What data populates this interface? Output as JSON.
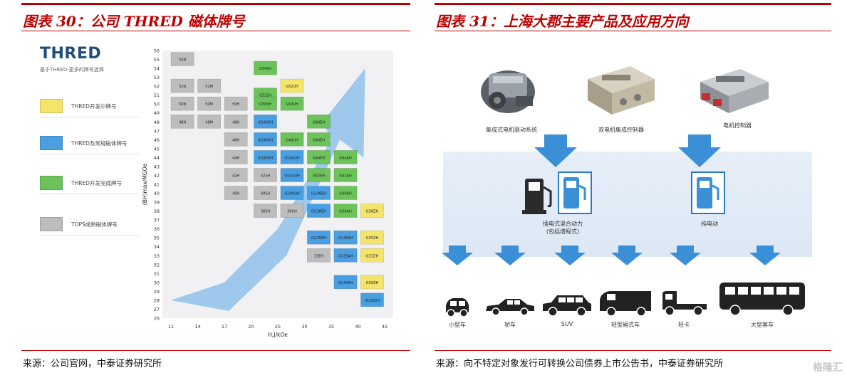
{
  "left": {
    "title": "图表 30：公司 THRED 磁体牌号",
    "source": "来源：公司官网，中泰证券研究所",
    "logo": "THRED",
    "logo_sub": "基于THRED-更多的牌号选择",
    "legend": [
      {
        "label": "THRED开发中牌号",
        "color": "#f5e46a"
      },
      {
        "label": "THRED及常规磁体牌号",
        "color": "#4a9fe0"
      },
      {
        "label": "THRED开发完成牌号",
        "color": "#6cc35a"
      },
      {
        "label": "TOPS成熟磁体牌号",
        "color": "#bdbdbd"
      }
    ]
  },
  "chart_data": {
    "type": "table",
    "xlabel": "H꜀J/kOe",
    "ylabel": "(BH)max/MGOe",
    "x_ticks": [
      11,
      14,
      17,
      20,
      25,
      30,
      35,
      40,
      45
    ],
    "y_ticks": [
      26,
      27,
      28,
      29,
      30,
      31,
      32,
      33,
      34,
      35,
      36,
      37,
      38,
      39,
      40,
      41,
      42,
      43,
      44,
      45,
      46,
      47,
      48,
      49,
      50,
      51,
      52,
      53,
      54,
      55,
      56
    ],
    "ylim": [
      26,
      56
    ],
    "columns": [
      {
        "x": 11,
        "color": "#bdbdbd",
        "grades": [
          {
            "label": "55N",
            "y": 55
          },
          {
            "label": "52N",
            "y": 52
          },
          {
            "label": "50N",
            "y": 50
          },
          {
            "label": "48N",
            "y": 48
          }
        ]
      },
      {
        "x": 14,
        "color": "#bdbdbd",
        "grades": [
          {
            "label": "52M",
            "y": 52
          },
          {
            "label": "50M",
            "y": 50
          },
          {
            "label": "48M",
            "y": 48
          }
        ]
      },
      {
        "x": 17,
        "color": "#bdbdbd",
        "grades": [
          {
            "label": "50H",
            "y": 50
          },
          {
            "label": "48H",
            "y": 48
          },
          {
            "label": "46H",
            "y": 46
          },
          {
            "label": "44H",
            "y": 44
          },
          {
            "label": "42H",
            "y": 42
          },
          {
            "label": "40H",
            "y": 40
          }
        ]
      },
      {
        "x": 20,
        "color": "#4a9fe0",
        "grades": [
          {
            "label": "(G)48SH",
            "y": 48
          },
          {
            "label": "(G)46SH",
            "y": 46
          },
          {
            "label": "(G)44SH",
            "y": 44
          },
          {
            "label": "42SH",
            "y": 42,
            "gray": true
          },
          {
            "label": "40SH",
            "y": 40,
            "gray": true
          },
          {
            "label": "38SH",
            "y": 38,
            "gray": true
          }
        ]
      },
      {
        "x": 20,
        "color": "#6cc35a",
        "upper": true,
        "grades": [
          {
            "label": "G54SH",
            "y": 54
          },
          {
            "label": "G52SH",
            "y": 51
          },
          {
            "label": "G50SH",
            "y": 50
          }
        ]
      },
      {
        "x": 25,
        "color": "#f5e46a",
        "grades": [
          {
            "label": "G52UH",
            "y": 52
          }
        ]
      },
      {
        "x": 25,
        "color": "#6cc35a",
        "grades": [
          {
            "label": "G50UH",
            "y": 50
          },
          {
            "label": "G46UH",
            "y": 46
          }
        ]
      },
      {
        "x": 25,
        "color": "#4a9fe0",
        "grades": [
          {
            "label": "(G)44UH",
            "y": 44
          },
          {
            "label": "(G)42UH",
            "y": 42
          },
          {
            "label": "(G)40UH",
            "y": 40
          },
          {
            "label": "38UH",
            "y": 38,
            "gray": true
          }
        ]
      },
      {
        "x": 30,
        "color": "#6cc35a",
        "grades": [
          {
            "label": "G48EH",
            "y": 48
          },
          {
            "label": "G46EH",
            "y": 46
          },
          {
            "label": "G44EH",
            "y": 44
          },
          {
            "label": "G42EH",
            "y": 42
          }
        ]
      },
      {
        "x": 30,
        "color": "#4a9fe0",
        "grades": [
          {
            "label": "(G)40EH",
            "y": 40
          },
          {
            "label": "(G)38EH",
            "y": 38
          },
          {
            "label": "(G)35EH",
            "y": 35
          },
          {
            "label": "33EH",
            "y": 33,
            "gray": true
          }
        ]
      },
      {
        "x": 35,
        "color": "#6cc35a",
        "grades": [
          {
            "label": "G44AH",
            "y": 44
          },
          {
            "label": "G42AH",
            "y": 42
          },
          {
            "label": "G40AH",
            "y": 40
          },
          {
            "label": "G38AH",
            "y": 38
          }
        ]
      },
      {
        "x": 35,
        "color": "#4a9fe0",
        "grades": [
          {
            "label": "(G)35AH",
            "y": 35
          },
          {
            "label": "(G)33AH",
            "y": 33
          },
          {
            "label": "(G)30AH",
            "y": 30
          }
        ]
      },
      {
        "x": 40,
        "color": "#f5e46a",
        "grades": [
          {
            "label": "G38ZH",
            "y": 38
          },
          {
            "label": "G35ZH",
            "y": 35
          },
          {
            "label": "G33ZH",
            "y": 33
          },
          {
            "label": "G30ZH",
            "y": 30
          }
        ]
      },
      {
        "x": 40,
        "color": "#4a9fe0",
        "grades": [
          {
            "label": "(G)28ZH",
            "y": 28
          }
        ]
      }
    ]
  },
  "right": {
    "title": "图表 31：上海大郡主要产品及应用方向",
    "source": "来源：向不特定对象发行可转换公司债券上市公告书，中泰证券研究所",
    "products": [
      {
        "label": "集成式电机驱动系统"
      },
      {
        "label": "双电机集成控制器"
      },
      {
        "label": "电机控制器"
      }
    ],
    "applications": [
      {
        "label": "插电式混合动力\n(包括增程式)"
      },
      {
        "label": "纯电动"
      }
    ],
    "vehicles": [
      {
        "label": "小型车"
      },
      {
        "label": "轿车"
      },
      {
        "label": "SUV"
      },
      {
        "label": "轻型厢式车"
      },
      {
        "label": "轻卡"
      },
      {
        "label": "大型客车"
      }
    ],
    "colors": {
      "arrow": "#3a8fd6",
      "band": "#e6eef8"
    }
  },
  "watermark": "格隆汇"
}
